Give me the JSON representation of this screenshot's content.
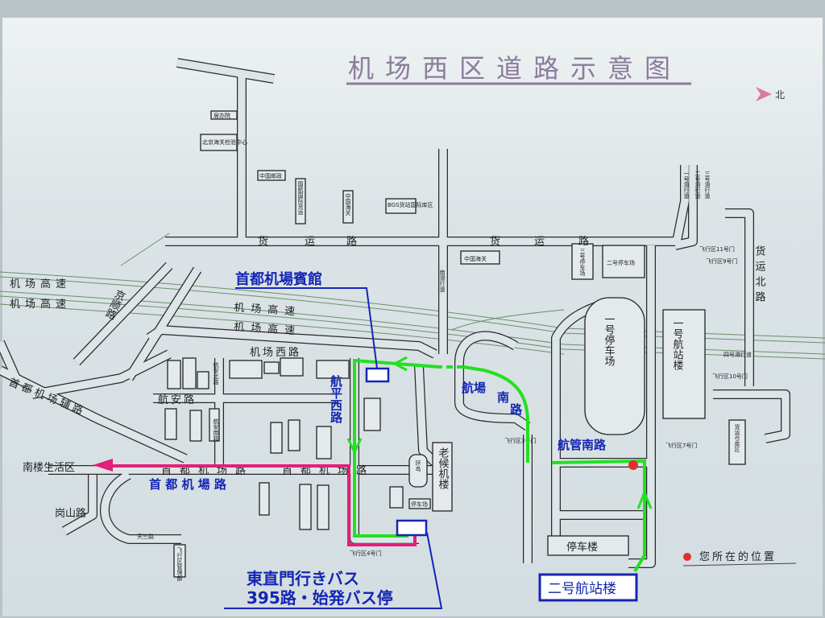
{
  "title": "机场西区道路示意图",
  "north_label": "北",
  "colors": {
    "background": "#dde5e8",
    "title": "#8a7c9c",
    "route_green": "#22e022",
    "route_pink": "#e0207a",
    "annotation_blue": "#1426b4",
    "you_are_here": "#e03030"
  },
  "roads": {
    "cargo_road": "货运路",
    "cargo_road_chars": [
      "货",
      "运",
      "路"
    ],
    "cargo_north_road": "货运北路",
    "expressway": "机场高速",
    "airport_west_road": "机场西路",
    "hangan_road": "航安路",
    "hangan_north_road": "航安北路",
    "hangan_south_road": "航安南路",
    "capital_airport_road": "首都机场路",
    "capital_airport_road_2": "首都机场路",
    "capital_airport_aux_road": "首都机场辅路",
    "jingshun_road": "京顺路",
    "gangshan_road": "岗山路",
    "hangping_road": "航平西路",
    "tianzhu_road": "天竺路"
  },
  "places": {
    "nanlou": "南楼生活区",
    "customs": "中国海关",
    "customs_2": "中国海关",
    "post": "中国邮政",
    "office": "居办院",
    "inspection": "北京海关检验中心",
    "intl_cargo": "国航国际货运",
    "bgs": "BGS货站国际库区",
    "parking3": "三号停车场",
    "parking2": "二号停车场",
    "parking1": "一号停车场",
    "terminal1": "一号航站楼",
    "old_terminal": "老候机楼",
    "parking_building": "停车楼",
    "ring_island": "环岛",
    "parking_lot": "停车场",
    "airside_gate_11": "飞行区11号门",
    "airside_gate_9": "飞行区9号门",
    "airside_gate_10": "飞行区10号门",
    "airside_gate_7": "飞行区7号门",
    "airside_gate_3": "飞行区3号门",
    "airside_gate_4": "飞行区4号门",
    "taxiway_1": "一号滑行道",
    "taxiway_2": "二号滑行道",
    "taxiway_3": "三号滑行道",
    "taxiway_4": "四号滑行道",
    "south_taxiway": "南滑行道",
    "cargo_area": "货运仓库区",
    "airside_admin": "飞行区管理部"
  },
  "annotations": {
    "hotel": "首都机場賓館",
    "hangping_west": "航平西路",
    "hangchang_south_a": "航場",
    "hangchang_south_b": "南",
    "hangchang_south_c": "路",
    "hangguan_south": "航管南路",
    "capital_airport_road": "首 都 机 場 路",
    "bus_line1": "東直門行きバス",
    "bus_line2": "395路・始発バス停",
    "terminal2": "二号航站楼"
  },
  "legend": {
    "you_are_here": "您所在的位置"
  }
}
